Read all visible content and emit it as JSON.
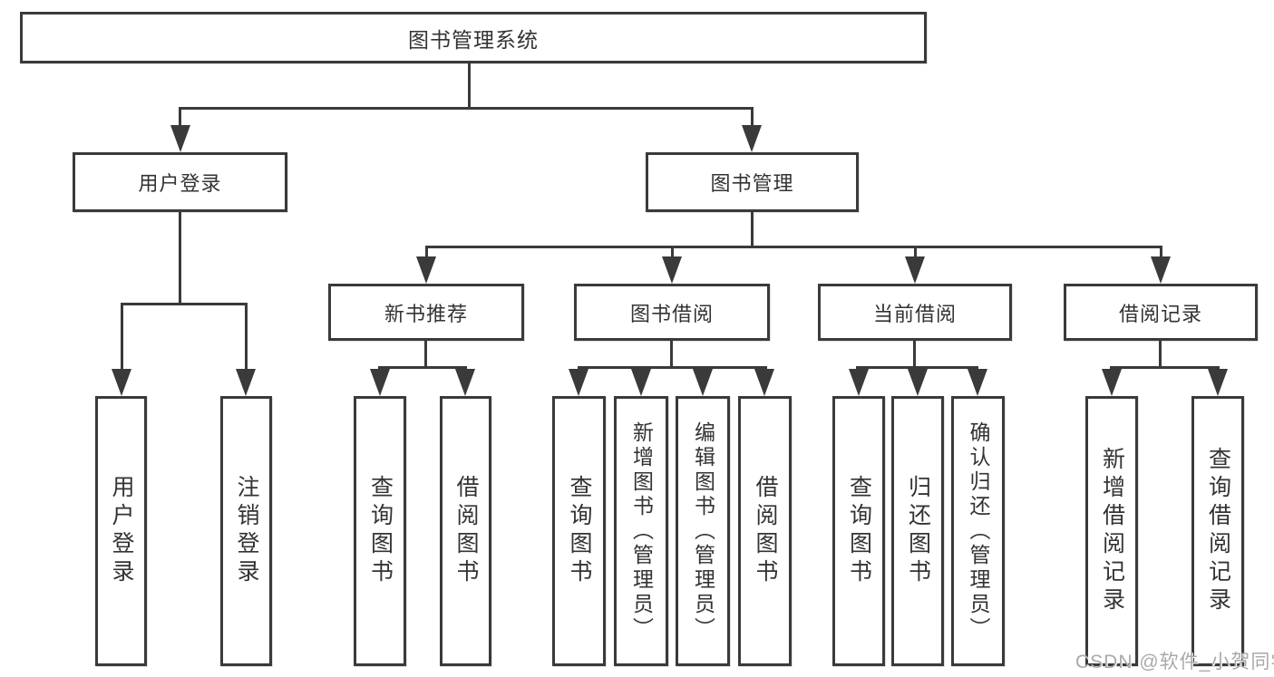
{
  "colors": {
    "line": "#3a3a3a",
    "box_border": "#3a3a3a",
    "text": "#333333",
    "background": "#ffffff",
    "watermark": "#a9a9a9"
  },
  "diagram": {
    "root": {
      "label": "图书管理系统"
    },
    "level2": [
      {
        "label": "用户登录"
      },
      {
        "label": "图书管理"
      }
    ],
    "level3": [
      {
        "label": "新书推荐"
      },
      {
        "label": "图书借阅"
      },
      {
        "label": "当前借阅"
      },
      {
        "label": "借阅记录"
      }
    ],
    "leaves": [
      {
        "label": "用户登录",
        "parent": "用户登录"
      },
      {
        "label": "注销登录",
        "parent": "用户登录"
      },
      {
        "label": "查询图书",
        "parent": "新书推荐"
      },
      {
        "label": "借阅图书",
        "parent": "新书推荐"
      },
      {
        "label": "查询图书",
        "parent": "图书借阅"
      },
      {
        "label": "新增图书（管理员）",
        "parent": "图书借阅"
      },
      {
        "label": "编辑图书（管理员）",
        "parent": "图书借阅"
      },
      {
        "label": "借阅图书",
        "parent": "图书借阅"
      },
      {
        "label": "查询图书",
        "parent": "当前借阅"
      },
      {
        "label": "归还图书",
        "parent": "当前借阅"
      },
      {
        "label": "确认归还（管理员）",
        "parent": "当前借阅"
      },
      {
        "label": "新增借阅记录",
        "parent": "借阅记录"
      },
      {
        "label": "查询借阅记录",
        "parent": "借阅记录"
      }
    ]
  },
  "watermark": {
    "text": "CSDN @软件_小贺同学"
  }
}
